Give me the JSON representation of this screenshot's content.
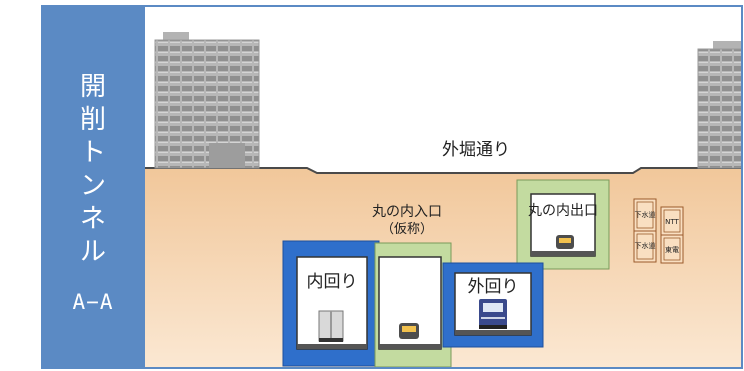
{
  "sidebar": {
    "title_chars": [
      "開",
      "削",
      "ト",
      "ン",
      "ネ",
      "ル"
    ],
    "section": "A−A"
  },
  "scene": {
    "street_label": "外堀通り",
    "ramp_entry_label_line1": "丸の内入口",
    "ramp_entry_label_line2": "（仮称）",
    "ramp_exit_label": "丸の内出口",
    "inner_loop_label": "内回り",
    "outer_loop_label": "外回り",
    "utility_labels": {
      "sewer_1": "下水道",
      "sewer_2": "下水道",
      "ntt": "NTT",
      "tepco": "東電"
    }
  },
  "colors": {
    "sidebar_blue": "#5b8ac4",
    "tunnel_blue": "#2f6fcb",
    "ramp_green": "#c3dba0",
    "ground_orange": "#f6d3ab",
    "building_gray": "#b3b3b3"
  }
}
